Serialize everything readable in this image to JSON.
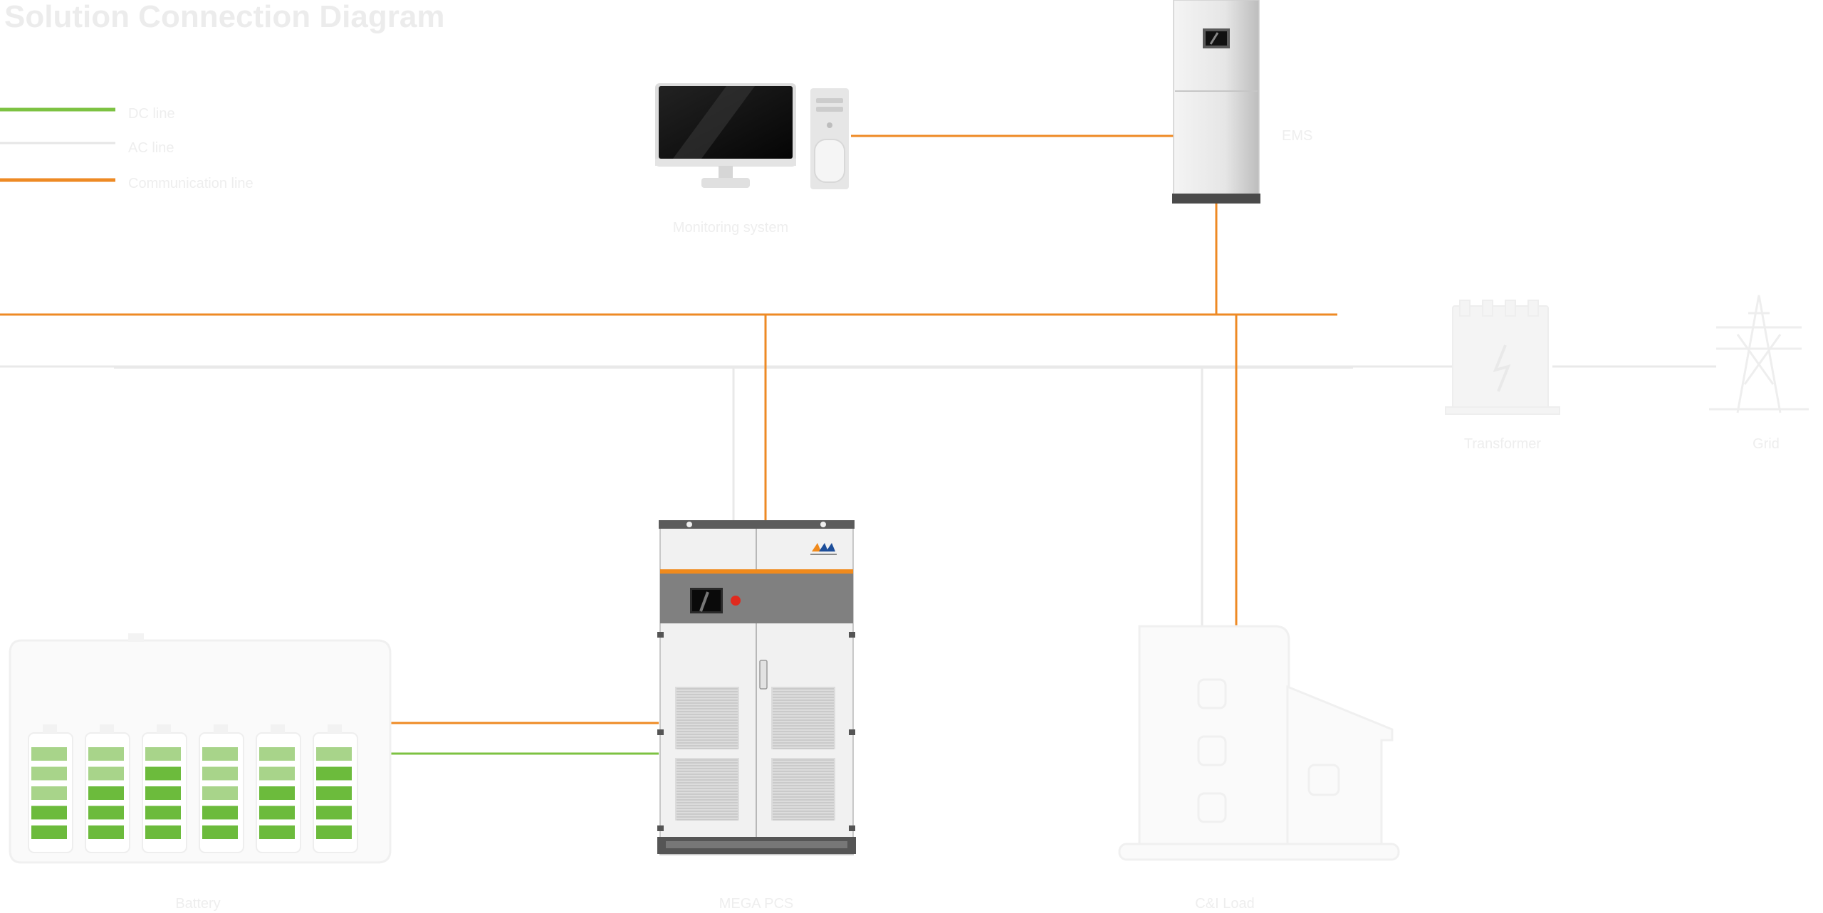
{
  "title": "Solution Connection Diagram",
  "legend": {
    "dc_line": "DC line",
    "ac_line": "AC line",
    "communication_line": "Communication line"
  },
  "nodes": {
    "monitoring": "Monitoring system",
    "ems": "EMS",
    "transformer": "Transformer",
    "grid": "Grid",
    "battery": "Battery",
    "pcs": "MEGA PCS",
    "load": "C&I Load"
  },
  "colors": {
    "dc_line": "#7cc242",
    "ac_line": "#e8e8e8",
    "communication_line": "#ee8a24",
    "battery_full": "#6cbb3c",
    "battery_light": "#a8d48a",
    "pcs_accent": "#f08a1c",
    "pcs_panel": "#808080"
  },
  "icons": [
    "monitor-icon",
    "pc-tower-icon",
    "ems-cabinet-icon",
    "transformer-icon",
    "transmission-tower-icon",
    "battery-rack-icon",
    "pcs-cabinet-icon",
    "building-icon"
  ]
}
